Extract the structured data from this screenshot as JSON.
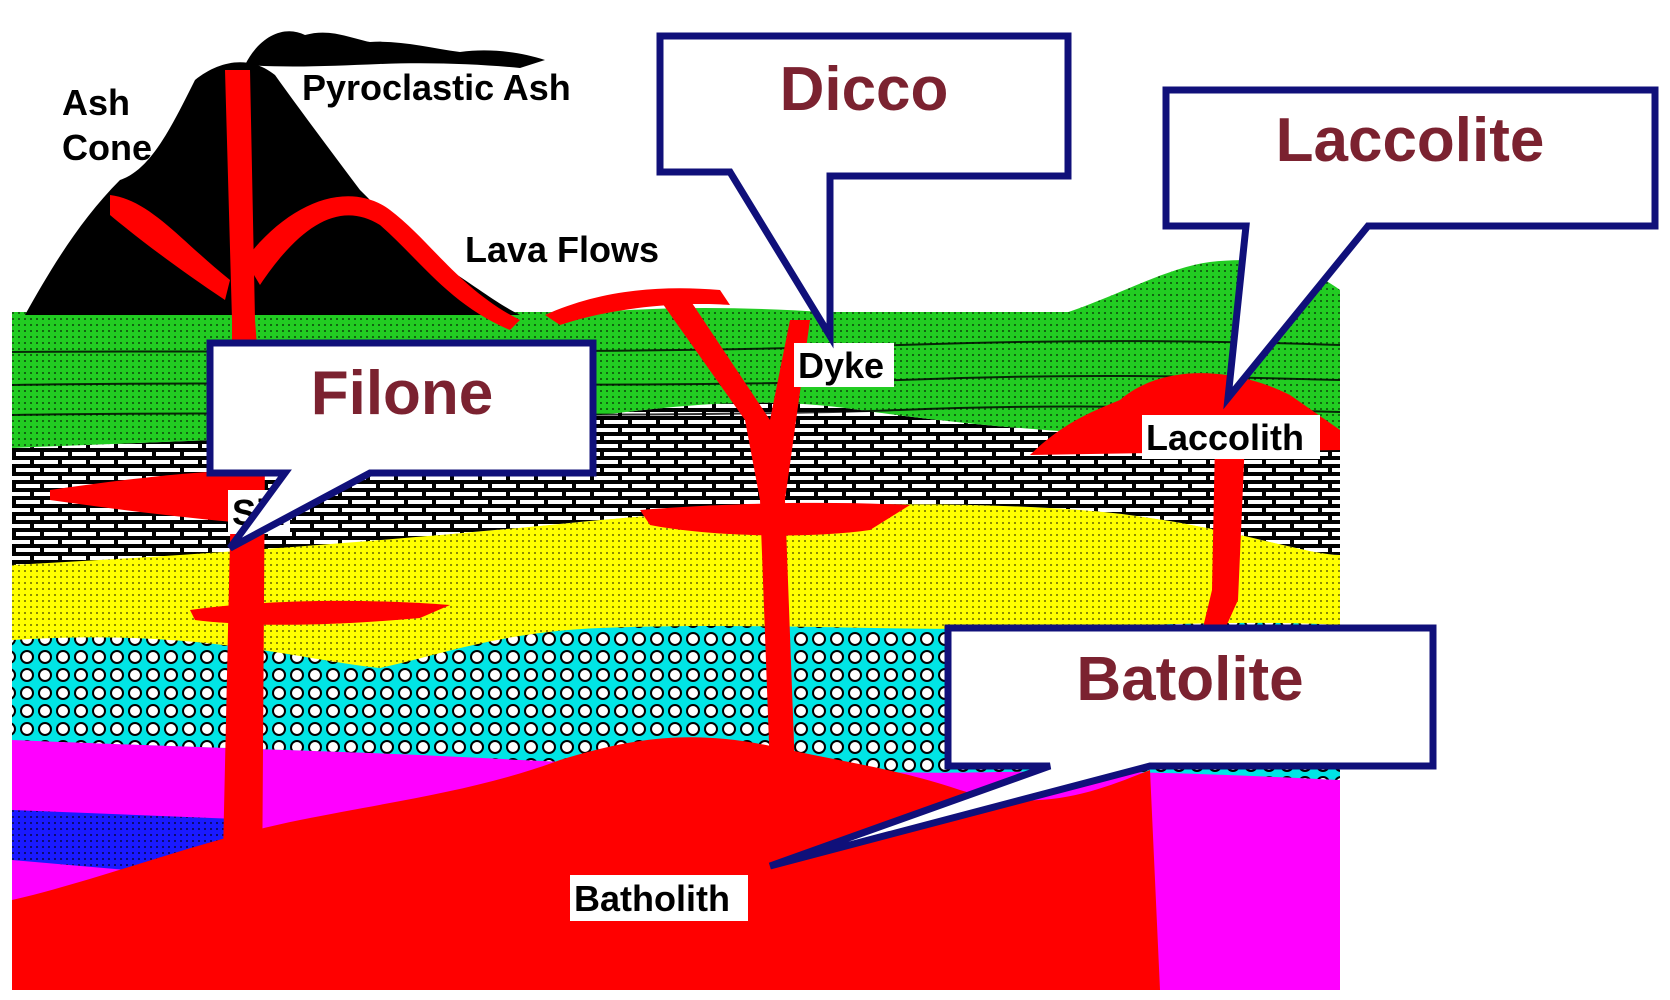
{
  "labels": {
    "ash_cone_1": "Ash",
    "ash_cone_2": "Cone",
    "pyroclastic_ash": "Pyroclastic Ash",
    "lava_flows": "Lava Flows",
    "dyke": "Dyke",
    "laccolith": "Laccolith",
    "sill": "Sill",
    "batholith": "Batholith"
  },
  "callouts": {
    "dicco": "Dicco",
    "laccolite": "Laccolite",
    "filone": "Filone",
    "batolite": "Batolite"
  },
  "colors": {
    "magma": "#ff0000",
    "volcano": "#000000",
    "green_layer": "#22cc22",
    "limestone_layer": "#ffffff",
    "yellow_layer": "#ffff00",
    "cyan_layer": "#00e5e5",
    "magenta_layer": "#ff00ff",
    "blue_layer": "#1a1aff",
    "callout_border": "#10107a",
    "callout_text": "#7b2230"
  }
}
